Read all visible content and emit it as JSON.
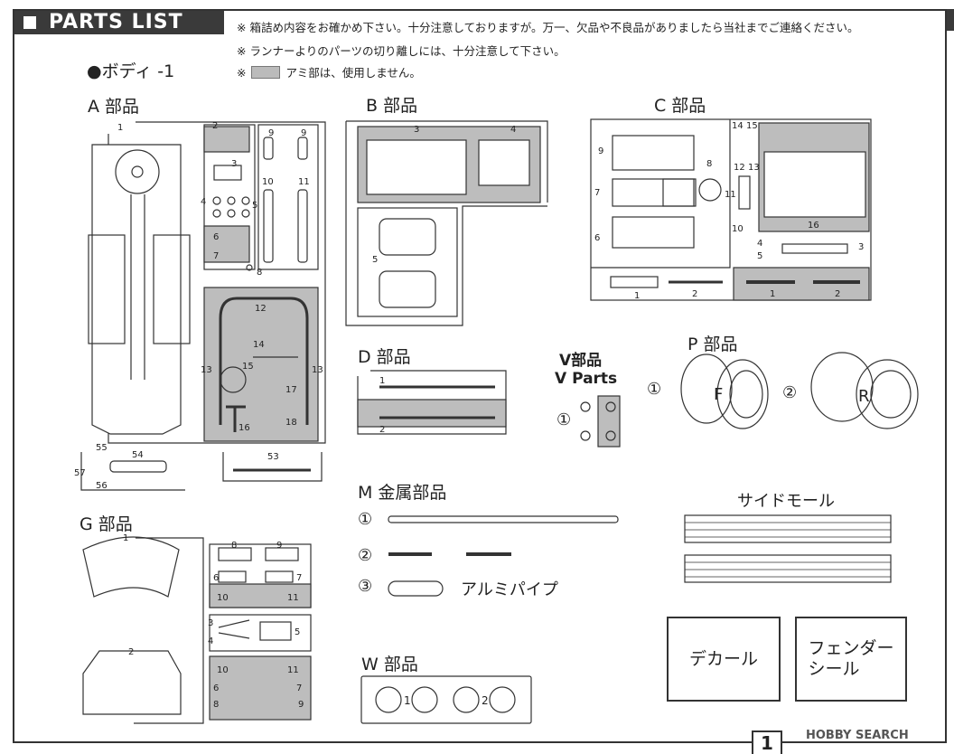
{
  "header": {
    "title": "PARTS LIST"
  },
  "notes": {
    "line1": "※ 箱詰め内容をお確かめ下さい。十分注意しておりますが。万一、欠品や不良品がありましたら当社までご連絡ください。",
    "line2": "※ ランナーよりのパーツの切り離しには、十分注意して下さい。",
    "line3_prefix": "※",
    "line3_suffix": "アミ部は、使用しません。"
  },
  "body_label": "●ボディ -1",
  "sections": {
    "A": "A 部品",
    "B": "B 部品",
    "C": "C 部品",
    "D": "D 部品",
    "V": "V部品",
    "V_en": "V Parts",
    "P": "P 部品",
    "G": "G 部品",
    "M": "M 金属部品",
    "W": "W 部品"
  },
  "parts": {
    "A": [
      "1",
      "2",
      "3",
      "4",
      "5",
      "6",
      "7",
      "8",
      "9",
      "9",
      "10",
      "11",
      "12",
      "13",
      "13",
      "14",
      "15",
      "16",
      "17",
      "18",
      "53",
      "54",
      "55",
      "56",
      "57"
    ],
    "B": [
      "3",
      "4",
      "5"
    ],
    "C": [
      "1",
      "2",
      "1",
      "2",
      "3",
      "4",
      "5",
      "6",
      "7",
      "8",
      "9",
      "10",
      "11",
      "12",
      "13",
      "14",
      "15",
      "16"
    ],
    "D": [
      "1",
      "2"
    ],
    "G": [
      "1",
      "2",
      "3",
      "4",
      "5",
      "6",
      "7",
      "8",
      "9",
      "10",
      "11",
      "10",
      "11",
      "6",
      "7",
      "8",
      "9"
    ],
    "V": [
      "①"
    ],
    "P": [
      "①",
      "F",
      "②",
      "R"
    ],
    "M": [
      "①",
      "②",
      "③"
    ],
    "W": [
      "1",
      "2"
    ]
  },
  "metal": {
    "aluminum_pipe": "アルミパイプ"
  },
  "side_molding": "サイドモール",
  "decal": "デカール",
  "fender_seal": "フェンダー\nシール",
  "page_number": "1",
  "watermark": "HOBBY SEARCH",
  "colors": {
    "header_bg": "#3a3a3a",
    "mesh": "#bdbdbd",
    "line": "#333333"
  }
}
